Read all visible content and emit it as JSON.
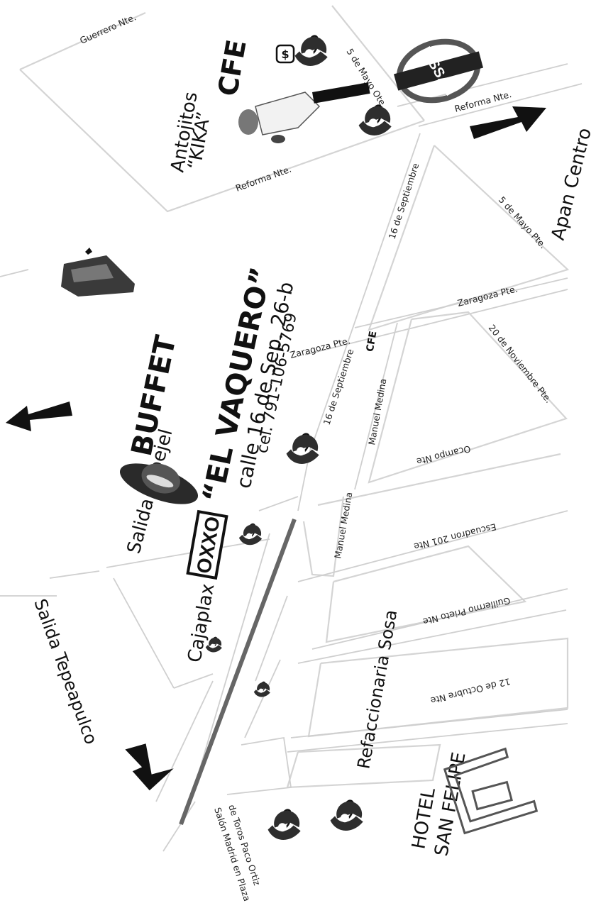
{
  "streets": {
    "guerrero": "Guerrero Nte.",
    "cinco_mayo_ote": "5 de Mayo Ote.",
    "reforma_nte_top": "Reforma Nte.",
    "reforma_nte_left": "Reforma Nte.",
    "cinco_mayo_pte": "5 de Mayo Pte.",
    "dieciseis_sep_top": "16 de Septiembre",
    "zaragoza_right": "Zaragoza Pte.",
    "zaragoza_left": "Zaragoza Pte.",
    "dieciseis_sep_mid": "16 de Septiembre",
    "manuel_medina_top": "Manuel Medina",
    "veinte_nov": "20 de Noviembre Pte.",
    "ocampo": "Ocampo Nte",
    "manuel_medina_low": "Manuel Medina",
    "escuadron": "Escuadron 201 Nte",
    "guillermo": "Guillermo Prieto Nte",
    "doce_oct": "12 de Octubre Nte"
  },
  "labels": {
    "apan_centro": "Apan Centro",
    "salida_espejel": "Salida Espejel",
    "salida_tepeapulco": "Salida Tepeapulco",
    "cajaplax": "Cajaplax",
    "refaccionaria": "Refaccionaria Sosa",
    "antojitos_line1": "Antojitos",
    "antojitos_line2": "“KIKA”",
    "hotel_line1": "HOTEL",
    "hotel_line2": "SAN FELIPE",
    "salon_line1": "Salón Madrid en Plaza",
    "salon_line2": "de Toros Paco Ortiz"
  },
  "business": {
    "line1": "BUFFET",
    "line2": "“EL VAQUERO”",
    "line3": "calle 16 de Sep. 26-b",
    "line4": "cel. 791-106-5769"
  },
  "logos": {
    "cfe_top": "CFE",
    "cfe_small": "CFE",
    "nissan": "NISSAN",
    "oxxo": "OXXO"
  },
  "icons": [
    "map-pin-icon",
    "arrow-icon",
    "dollar-icon",
    "lodging-icon",
    "car-logo-icon",
    "boot-icon",
    "sombrero-icon",
    "waitress-illustration"
  ]
}
